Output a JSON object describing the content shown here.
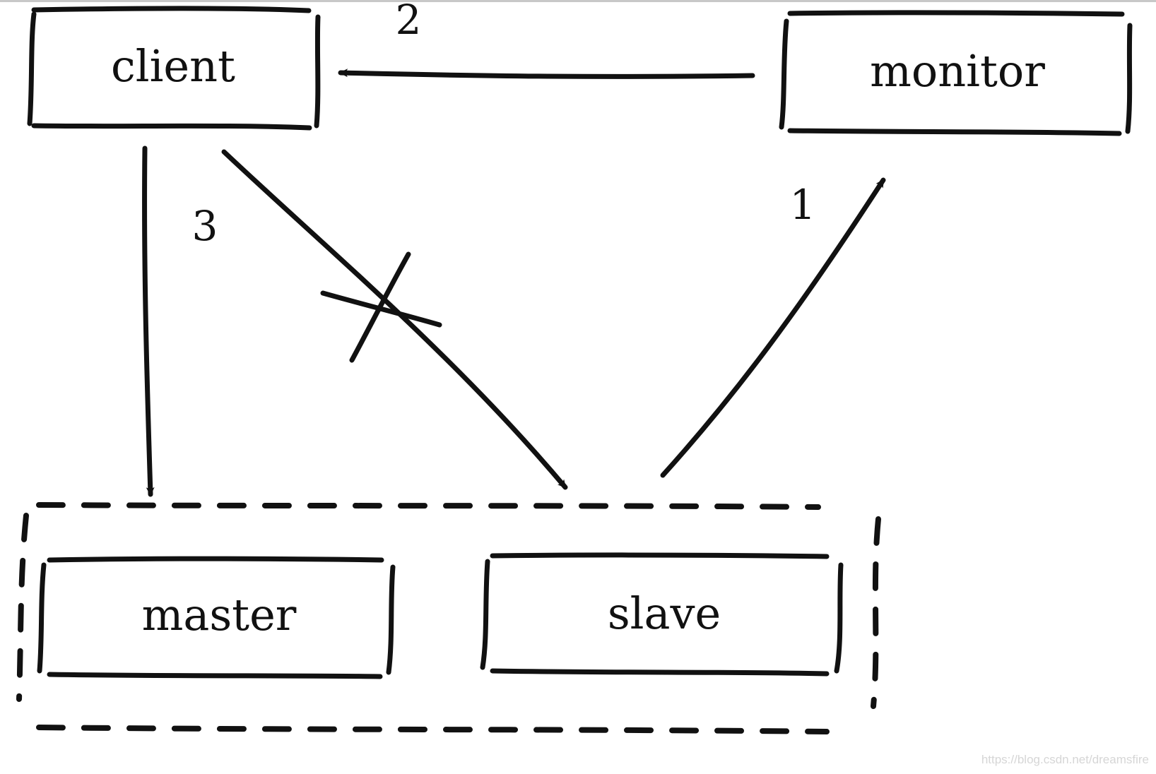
{
  "nodes": {
    "client": "client",
    "monitor": "monitor",
    "master": "master",
    "slave": "slave"
  },
  "steps": {
    "monitor_to_client": "2",
    "slave_to_monitor": "1",
    "client_to_master": "3"
  },
  "watermark": "https://blog.csdn.net/dreamsfire",
  "colors": {
    "ink": "#111111",
    "background": "#ffffff"
  }
}
